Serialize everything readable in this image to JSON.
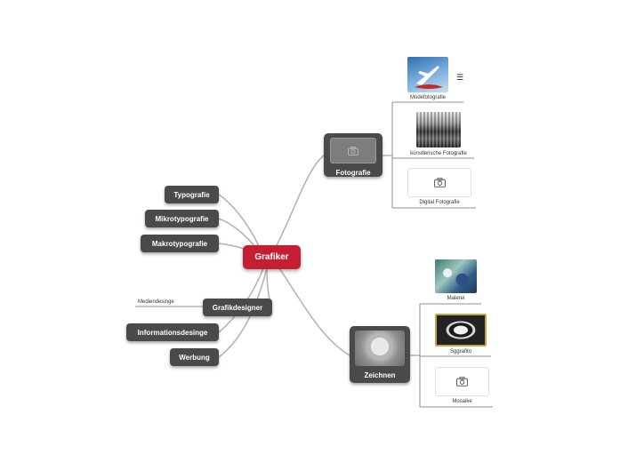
{
  "root": {
    "label": "Grafiker"
  },
  "left_nodes": [
    {
      "label": "Typografie"
    },
    {
      "label": "Mikrotypografie"
    },
    {
      "label": "Makrotypografie"
    },
    {
      "label": "Grafikdesigner"
    },
    {
      "label": "Informationsdesinge"
    },
    {
      "label": "Werbung"
    }
  ],
  "grafikdesigner_sub": {
    "label": "Mediendesinge"
  },
  "fotografie": {
    "label": "Fotografie",
    "image_icon": "camera-icon",
    "children": [
      {
        "label": "Modefotografie",
        "image": "photo"
      },
      {
        "label": "künstlerische Fotografie",
        "image": "photo"
      },
      {
        "label": "Digital Fotografie",
        "image": "camera-icon"
      }
    ],
    "note_icon": "menu-lines-icon"
  },
  "zeichnen": {
    "label": "Zeichnen",
    "image": "photo",
    "children": [
      {
        "label": "Malerei",
        "image": "photo"
      },
      {
        "label": "Sggrafito",
        "image": "photo"
      },
      {
        "label": "Mosaike",
        "image": "camera-icon"
      }
    ]
  },
  "colors": {
    "root": "#c41e33",
    "node": "#4a4a4a",
    "connector": "#b0b0b0",
    "leaf_line": "#999999"
  }
}
